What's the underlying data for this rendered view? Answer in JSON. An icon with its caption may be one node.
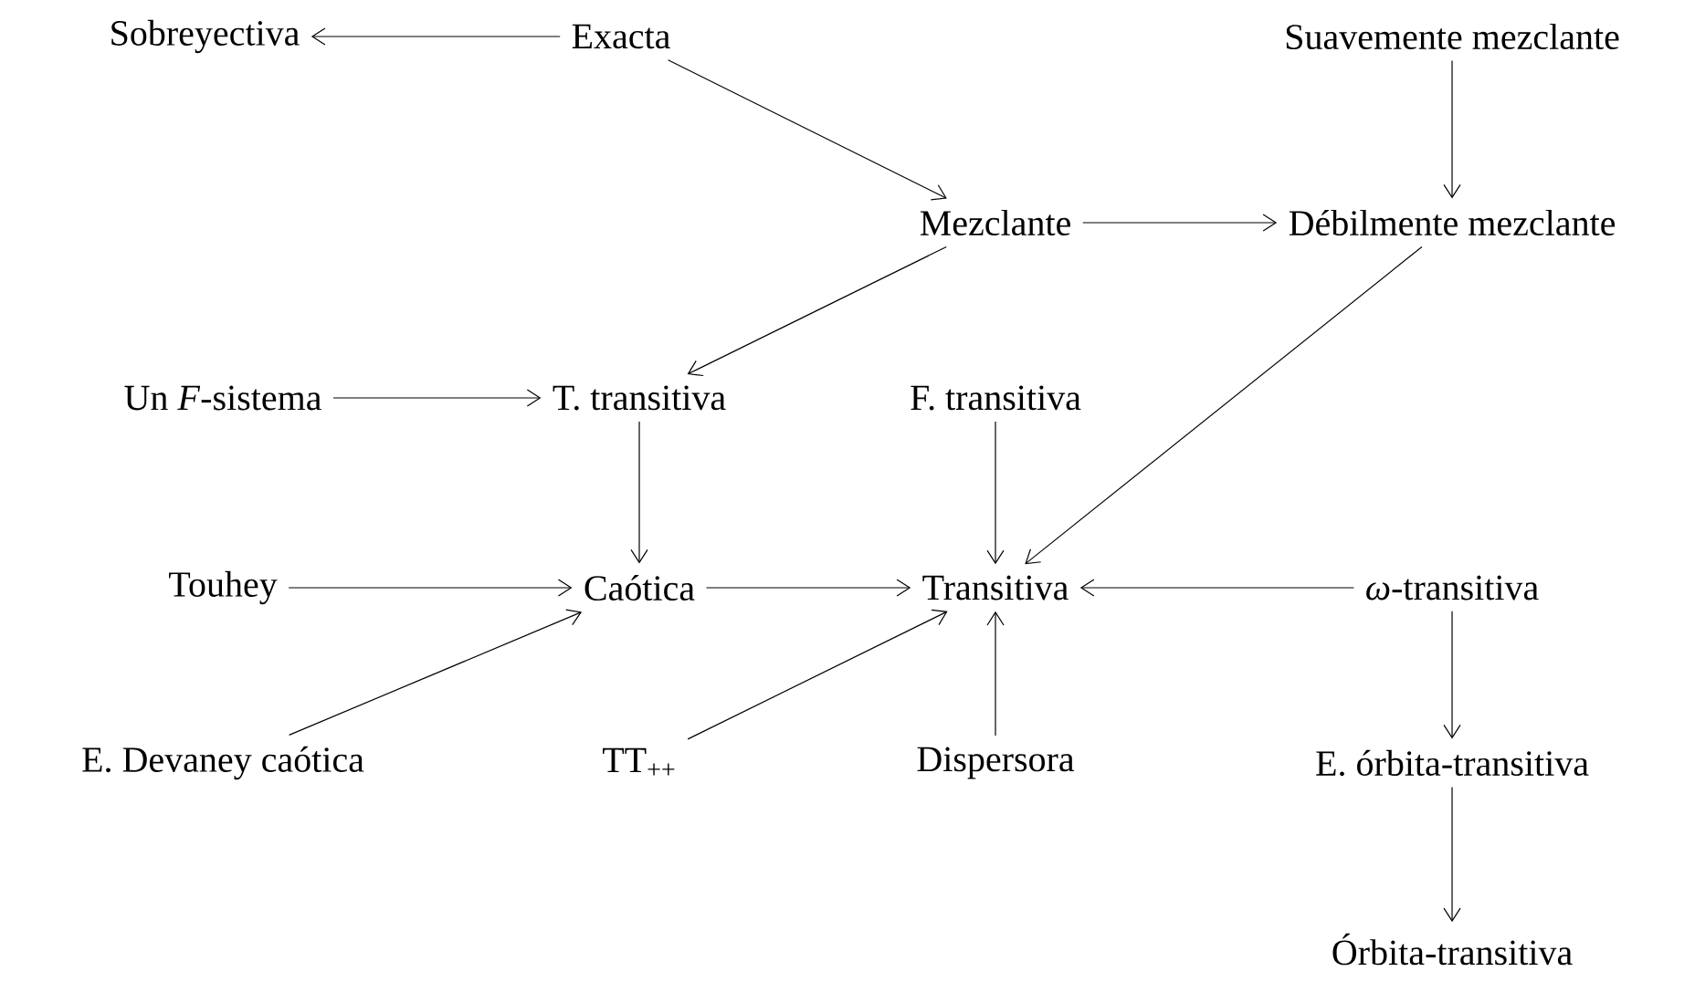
{
  "diagram": {
    "nodes": [
      {
        "text": [
          "Sobreyectiva"
        ]
      },
      {
        "text": [
          "Exacta"
        ]
      },
      {
        "text": [
          "Suavemente mezclante"
        ]
      },
      {
        "text": [
          "Mezclante"
        ]
      },
      {
        "text": [
          "Débilmente mezclante"
        ]
      },
      {
        "text": [
          "Un *F*-sistema"
        ]
      },
      {
        "text": [
          "T. transitiva"
        ]
      },
      {
        "text": [
          "F. transitiva"
        ]
      },
      {
        "text": [
          "Touhey"
        ]
      },
      {
        "text": [
          "Caótica"
        ]
      },
      {
        "text": [
          "Transitiva"
        ]
      },
      {
        "text": [
          "*ω*-transitiva"
        ]
      },
      {
        "text": [
          "E. Devaney caótica"
        ]
      },
      {
        "text": [
          "TT$_{++}$"
        ]
      },
      {
        "text": [
          "Dispersora"
        ]
      },
      {
        "text": [
          "E. órbita-transitiva"
        ]
      },
      {
        "text": [
          "Órbita-transitiva"
        ]
      }
    ],
    "edges": [
      {
        "from": 1,
        "to": 0,
        "arrow": "to"
      },
      {
        "from": 1,
        "to": 3,
        "arrow": "to"
      },
      {
        "from": 2,
        "to": 4,
        "arrow": "to"
      },
      {
        "from": 3,
        "to": 4,
        "arrow": "to"
      },
      {
        "from": 3,
        "to": 6,
        "arrow": "to"
      },
      {
        "from": 4,
        "to": 10,
        "arrow": "to"
      },
      {
        "from": 5,
        "to": 6,
        "arrow": "to"
      },
      {
        "from": 6,
        "to": 9,
        "arrow": "to"
      },
      {
        "from": 7,
        "to": 10,
        "arrow": "to"
      },
      {
        "from": 8,
        "to": 9,
        "arrow": "to"
      },
      {
        "from": 9,
        "to": 10,
        "arrow": "to"
      },
      {
        "from": 11,
        "to": 10,
        "arrow": "to"
      },
      {
        "from": 12,
        "to": 9,
        "arrow": "to"
      },
      {
        "from": 13,
        "to": 10,
        "arrow": "to"
      },
      {
        "from": 14,
        "to": 10,
        "arrow": "to"
      },
      {
        "from": 11,
        "to": 15,
        "arrow": "to"
      },
      {
        "from": 15,
        "to": 16,
        "arrow": "to"
      }
    ]
  }
}
